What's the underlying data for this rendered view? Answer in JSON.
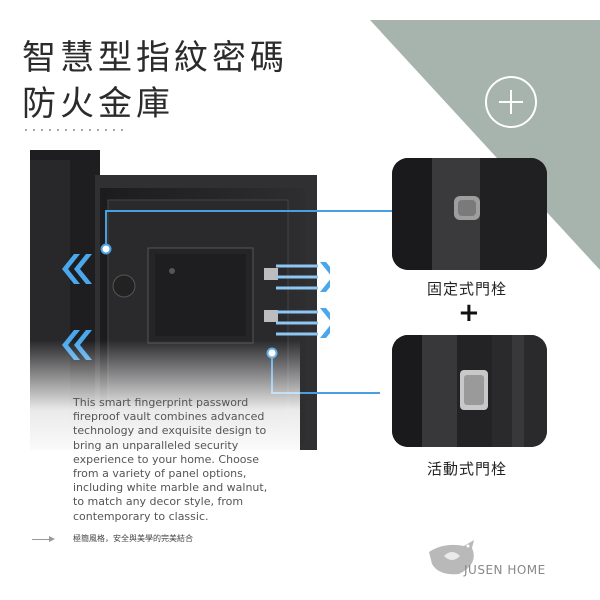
{
  "title": {
    "line1": "智慧型指紋密碼",
    "line2": "防火金庫"
  },
  "description": "This smart fingerprint password fireproof vault combines advanced technology and exquisite design to bring an unparalleled security experience to your home. Choose from a variety of panel options, including white marble and walnut, to match any decor style, from contemporary to classic.",
  "tagline": "極簡風格，安全與美學的完美結合",
  "features": [
    {
      "label": "固定式門栓"
    },
    {
      "label": "活動式門栓"
    }
  ],
  "plus_sign": "+",
  "brand": {
    "name": "JUSEN HOME"
  },
  "colors": {
    "accent_gray": "#a6b4ad",
    "line_blue": "#4a9fe0",
    "safe_dark": "#2a2a2c"
  }
}
